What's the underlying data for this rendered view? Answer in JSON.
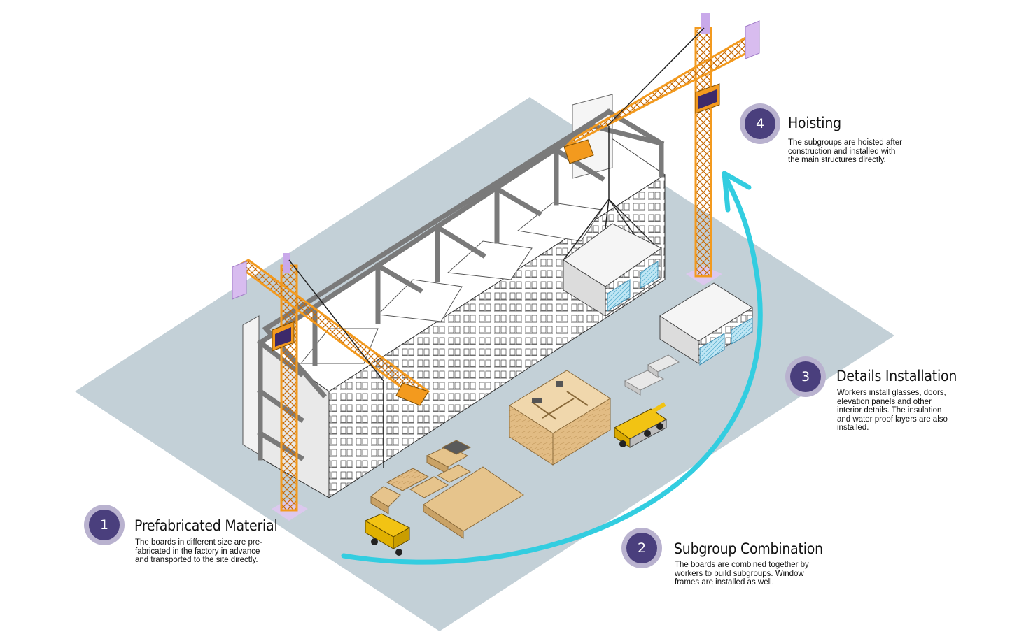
{
  "steps": [
    {
      "number": "1",
      "title": "Prefabricated Material",
      "lines": [
        "The boards in different size are pre-",
        "fabricated in the factory in advance",
        "and transported to the site directly."
      ]
    },
    {
      "number": "2",
      "title": "Subgroup Combination",
      "lines": [
        "The boards are combined together by",
        "workers to build subgroups. Window",
        "frames are installed as well."
      ]
    },
    {
      "number": "3",
      "title": "Details Installation",
      "lines": [
        "Workers install glasses, doors,",
        "elevation panels and other",
        "interior details. The insulation",
        "and water proof layers are also",
        "installed."
      ]
    },
    {
      "number": "4",
      "title": "Hoisting",
      "lines": [
        "The subgroups are hoisted after",
        "construction and installed with",
        "the main structures directly."
      ]
    }
  ],
  "icons": {
    "process_arrow": "curved-arrow-icon",
    "crane": "tower-crane-icon",
    "truck": "dump-truck-icon",
    "mobile_crane": "mobile-crane-icon"
  },
  "colors": {
    "ground": "#c3d0d7",
    "crane": "#f39a1e",
    "crane_base": "#dcc8ee",
    "arrow": "#33cde0",
    "badge_outer": "#b9b2cf",
    "badge_inner": "#4a3f7d",
    "frame": "#777777",
    "wood": "#e0bb85",
    "truck": "#f2c313"
  }
}
